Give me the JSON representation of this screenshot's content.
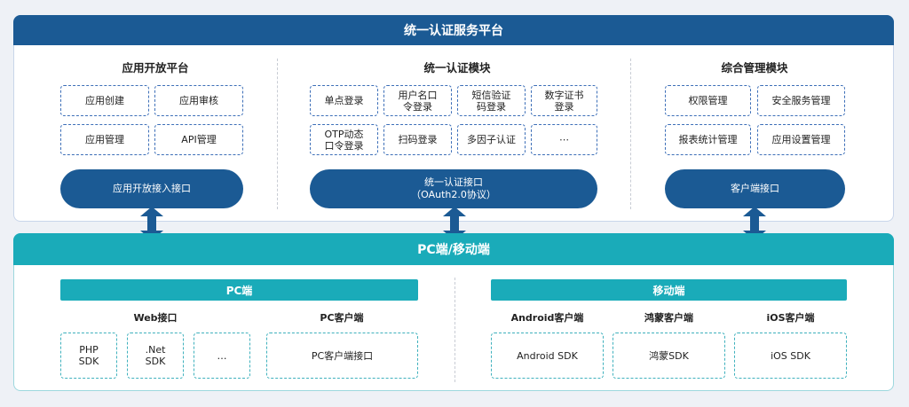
{
  "top": {
    "title": "统一认证服务平台",
    "col1": {
      "title": "应用开放平台",
      "items": [
        "应用创建",
        "应用审核",
        "应用管理",
        "API管理"
      ],
      "pill": "应用开放接入接口"
    },
    "col2": {
      "title": "统一认证模块",
      "items": [
        "单点登录",
        "用户名口\n令登录",
        "短信验证\n码登录",
        "数字证书\n登录",
        "OTP动态\n口令登录",
        "扫码登录",
        "多因子认证",
        "⋯"
      ],
      "pill_line1": "统一认证接口",
      "pill_line2": "（OAuth2.0协议）"
    },
    "col3": {
      "title": "综合管理模块",
      "items": [
        "权限管理",
        "安全服务管理",
        "报表统计管理",
        "应用设置管理"
      ],
      "pill": "客户端接口"
    }
  },
  "bottom": {
    "title": "PC端/移动端",
    "pc": {
      "title": "PC端",
      "web_label": "Web接口",
      "client_label": "PC客户端",
      "web_items": [
        "PHP\nSDK",
        ".Net\nSDK",
        "…"
      ],
      "client_item": "PC客户端接口"
    },
    "mobile": {
      "title": "移动端",
      "labels": [
        "Android客户端",
        "鸿蒙客户端",
        "iOS客户端"
      ],
      "items": [
        "Android SDK",
        "鸿蒙SDK",
        "iOS SDK"
      ]
    }
  },
  "colors": {
    "top_band": "#1b5a94",
    "bottom_band": "#1aabb9",
    "box_border": "#3d6fb8"
  }
}
